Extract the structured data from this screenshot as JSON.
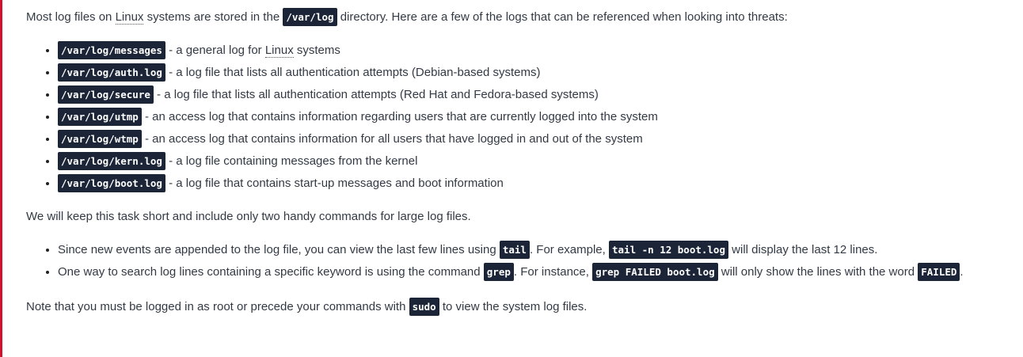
{
  "intro": {
    "t1": "Most log files on ",
    "linux": "Linux",
    "t2": " systems are stored in the ",
    "code": "/var/log",
    "t3": " directory. Here are a few of the logs that can be referenced when looking into threats:"
  },
  "logs": [
    {
      "code": "/var/log/messages",
      "desc": " - a general log for ",
      "abbr": "Linux",
      "tail": " systems"
    },
    {
      "code": "/var/log/auth.log",
      "desc": " - a log file that lists all authentication attempts (Debian-based systems)"
    },
    {
      "code": "/var/log/secure",
      "desc": " - a log file that lists all authentication attempts (Red Hat and Fedora-based systems)"
    },
    {
      "code": "/var/log/utmp",
      "desc": " - an access log that contains information regarding users that are currently logged into the system"
    },
    {
      "code": "/var/log/wtmp",
      "desc": " - an access log that contains information for all users that have logged in and out of the system"
    },
    {
      "code": "/var/log/kern.log",
      "desc": " - a log file containing messages from the kernel"
    },
    {
      "code": "/var/log/boot.log",
      "desc": " - a log file that contains start-up messages and boot information"
    }
  ],
  "task_note": "We will keep this task short and include only two handy commands for large log files.",
  "tips": [
    {
      "t1": "Since new events are appended to the log file, you can view the last few lines using ",
      "c1": "tail",
      "t2": ". For example, ",
      "c2": "tail -n 12 boot.log",
      "t3": " will display the last 12 lines."
    },
    {
      "t1": "One way to search log lines containing a specific keyword is using the command ",
      "c1": "grep",
      "t2": ". For instance, ",
      "c2": "grep FAILED boot.log",
      "t3": " will only show the lines with the word ",
      "c3": "FAILED",
      "t4": "."
    }
  ],
  "closing": {
    "t1": "Note that you must be logged in as root or precede your commands with ",
    "code": "sudo",
    "t2": " to view the system log files."
  }
}
